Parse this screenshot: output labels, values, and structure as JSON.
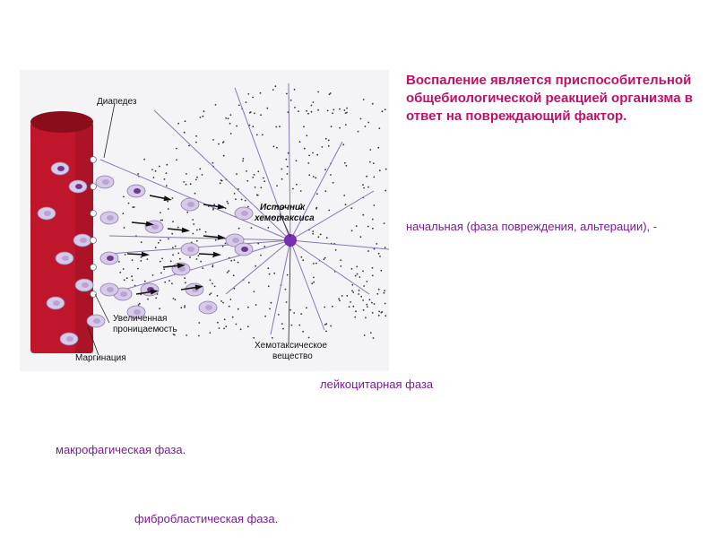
{
  "diagram": {
    "labels": {
      "diapedesis": "Диапедез",
      "source_line1": "Источник",
      "source_line2": "хемотаксиса",
      "permeability_line1": "Увеличенная",
      "permeability_line2": "проницаемость",
      "chemotactic_line1": "Хемотаксическое",
      "chemotactic_line2": "вещество",
      "margination": "Маргинация"
    },
    "colors": {
      "vessel": "#c0162b",
      "vessel_dark": "#8a0d1c",
      "cell": "#d7c9e8",
      "nucleus": "#6b3a8e",
      "ray": "#8a76b3",
      "source": "#7a2fb0"
    }
  },
  "text": {
    "title": "Воспаление является приспособительной общебиологической реакцией организма в ответ на повреждающий фактор.",
    "phase_initial": "начальная (фаза повреждения, альтерации), -",
    "phase_leukocytic": "лейкоцитарная фаза",
    "phase_macrophagic": "макрофагическая фаза",
    "phase_macrophagic_end": ".",
    "phase_fibroblastic": "фибробластическая фаза."
  }
}
